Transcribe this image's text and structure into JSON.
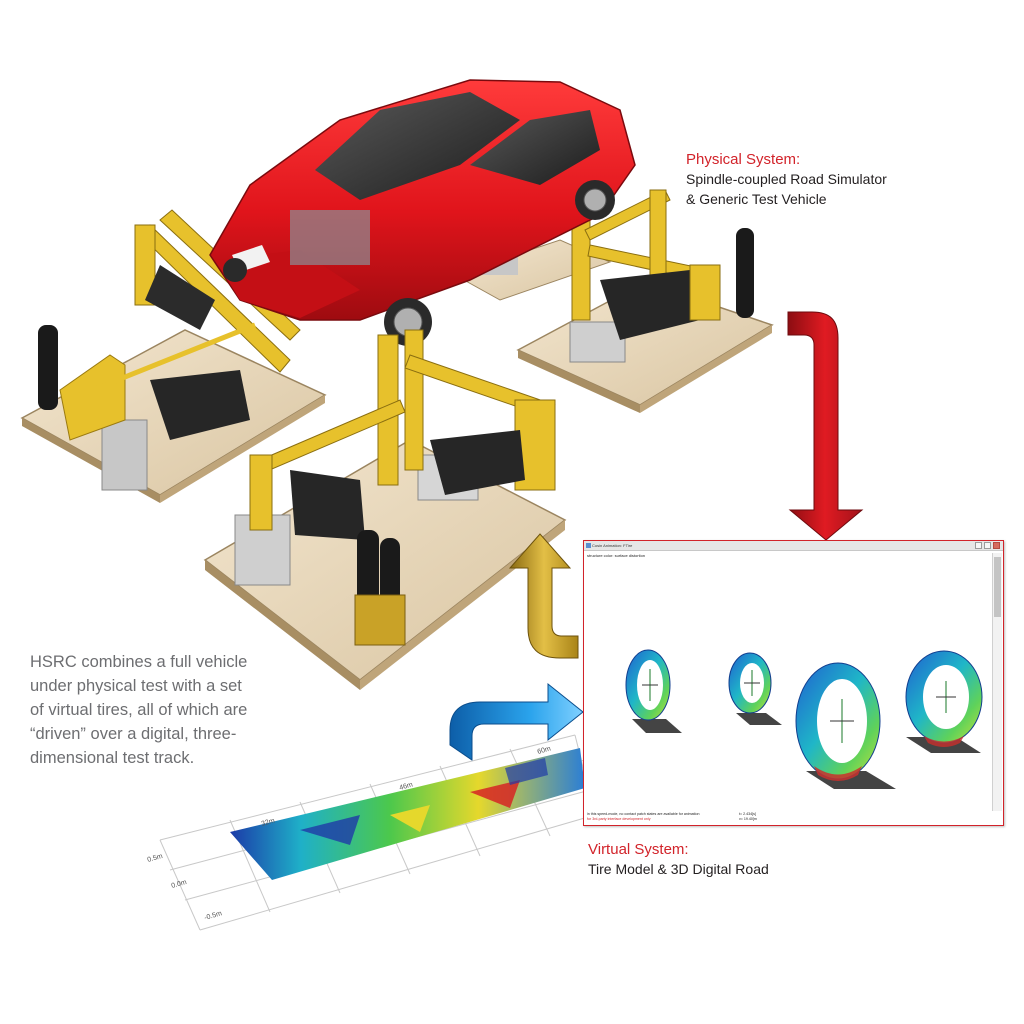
{
  "physical_system": {
    "title": "Physical System:",
    "lines": [
      "Spindle-coupled Road Simulator",
      "& Generic Test Vehicle"
    ]
  },
  "virtual_system": {
    "title": "Virtual System:",
    "line": "Tire Model & 3D Digital Road"
  },
  "description": {
    "lines": [
      "HSRC combines a full vehicle",
      "under physical test with a set",
      "of virtual tires, all of which are",
      "“driven” over a digital, three-",
      "dimensional test track."
    ]
  },
  "virtual_window": {
    "title": "Cosin Animation: FTire",
    "subtitle": "structure color: surface distortion",
    "status_left_1": "in this speed-mode, no contact patch states are available for animation",
    "status_left_2": "for 3rd-party interface development only",
    "status_right_1": "t=   2.434[s]",
    "status_right_2": "v=   19.40[m"
  },
  "road_map": {
    "axis_labels_top": [
      "32m",
      "46m",
      "60m"
    ],
    "axis_labels_left": [
      "0.5m",
      "0.0m",
      "-0.5m"
    ]
  },
  "colors": {
    "accent_red": "#d2232a",
    "text_dark": "#231f20",
    "text_gray": "#6d6e71",
    "car_red": "#e0141b",
    "rig_yellow": "#e7c12c",
    "arrow_gold": "#c9a227",
    "arrow_blue": "#1f8fd8"
  }
}
